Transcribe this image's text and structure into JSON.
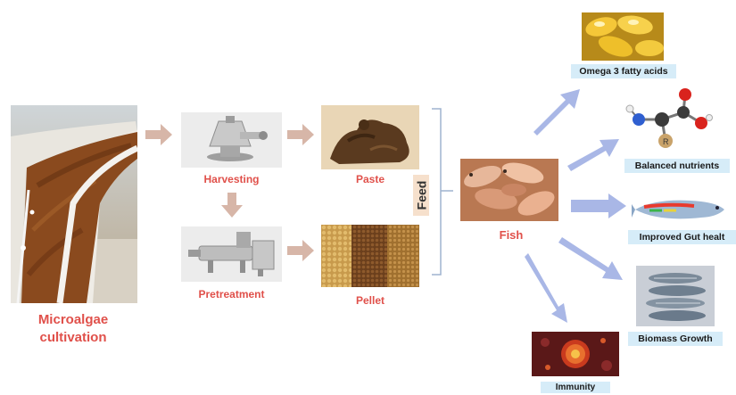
{
  "labels": {
    "microalgae": "Microalgae",
    "cultivation": "cultivation",
    "harvesting": "Harvesting",
    "pretreatment": "Pretreatment",
    "paste": "Paste",
    "pellet": "Pellet",
    "feed": "Feed",
    "fish": "Fish",
    "omega3": "Omega 3 fatty acids",
    "balanced_nutrients": "Balanced nutrients",
    "gut_health": "Improved Gut healt",
    "biomass_growth": "Biomass Growth",
    "immunity": "Immunity"
  },
  "colors": {
    "stage_label": "#e0504a",
    "benefit_label_bg": "#d6ecf8",
    "process_arrow": "#d7b6a8",
    "benefit_arrow": "#a9b7e6",
    "feed_box": "#f6e0cc"
  }
}
